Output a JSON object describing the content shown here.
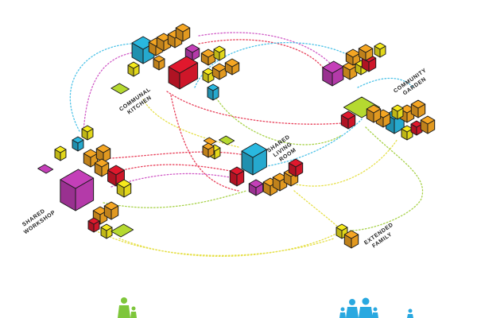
{
  "labels": {
    "communal_kitchen": [
      "COMMUNAL",
      "KITCHEN"
    ],
    "shared_living_room": [
      "SHARED",
      "LIVING",
      "ROOM"
    ],
    "community_garden": [
      "COMMUNITY",
      "GARDEN"
    ],
    "shared_workshop": [
      "SHARED",
      "WORKSHOP"
    ],
    "extended_family": [
      "EXTENDED",
      "FAMILY"
    ]
  },
  "colors": {
    "cyan": "#29b8e0",
    "yellow": "#f6ea1c",
    "orange": "#f5a623",
    "magenta": "#c43fb8",
    "red": "#e0182d",
    "green": "#b5d930",
    "person_green": "#7ec63b",
    "person_blue": "#29a8e0",
    "link_cyan": "#4fc3e8",
    "link_magenta": "#d05ac6",
    "link_red": "#e8405a",
    "link_yellow": "#e6e04a",
    "link_green": "#a8d24a"
  },
  "icons": [
    "person-green-icon",
    "family-blue-icon"
  ]
}
